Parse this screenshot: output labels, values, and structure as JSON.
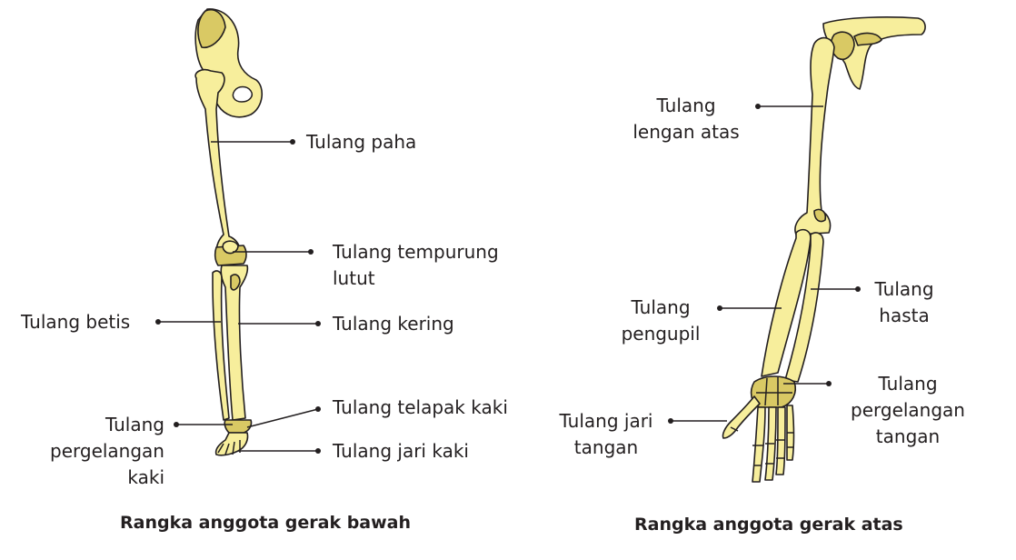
{
  "lower_limb": {
    "caption": "Rangka anggota gerak bawah",
    "labels": {
      "femur": "Tulang paha",
      "patella_1": "Tulang tempurung",
      "patella_2": "lutut",
      "fibula": "Tulang betis",
      "tibia": "Tulang kering",
      "metatarsal": "Tulang telapak kaki",
      "toes": "Tulang jari kaki",
      "ankle_1": "Tulang",
      "ankle_2": "pergelangan",
      "ankle_3": "kaki"
    }
  },
  "upper_limb": {
    "caption": "Rangka anggota gerak atas",
    "labels": {
      "humerus_1": "Tulang",
      "humerus_2": "lengan atas",
      "radius_1": "Tulang",
      "radius_2": "pengupil",
      "ulna_1": "Tulang",
      "ulna_2": "hasta",
      "wrist_1": "Tulang",
      "wrist_2": "pergelangan",
      "wrist_3": "tangan",
      "fingers_1": "Tulang jari",
      "fingers_2": "tangan"
    }
  },
  "colors": {
    "bone": "#f7ee9c",
    "bone_dark": "#d9c964",
    "outline": "#231f20"
  }
}
